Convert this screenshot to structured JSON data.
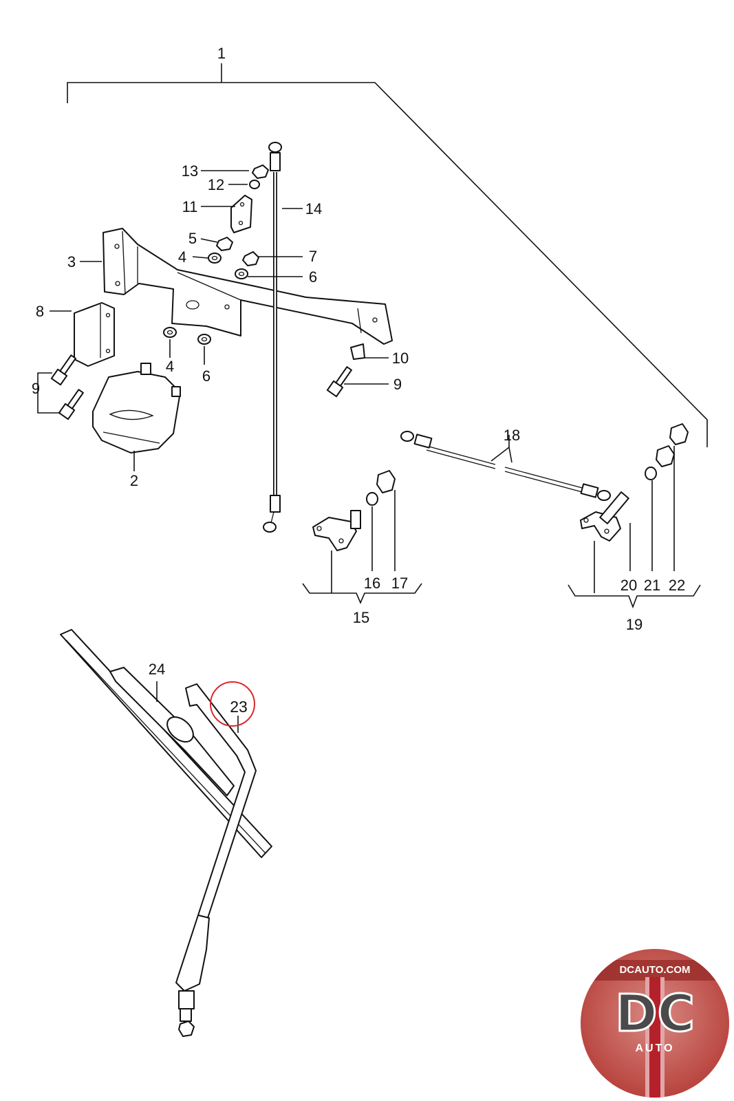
{
  "diagram": {
    "callouts": [
      {
        "id": "1",
        "text": "1"
      },
      {
        "id": "2",
        "text": "2"
      },
      {
        "id": "3",
        "text": "3"
      },
      {
        "id": "4a",
        "text": "4"
      },
      {
        "id": "4b",
        "text": "4"
      },
      {
        "id": "5",
        "text": "5"
      },
      {
        "id": "6a",
        "text": "6"
      },
      {
        "id": "6b",
        "text": "6"
      },
      {
        "id": "7",
        "text": "7"
      },
      {
        "id": "8",
        "text": "8"
      },
      {
        "id": "9a",
        "text": "9"
      },
      {
        "id": "9b",
        "text": "9"
      },
      {
        "id": "10",
        "text": "10"
      },
      {
        "id": "11",
        "text": "11"
      },
      {
        "id": "12",
        "text": "12"
      },
      {
        "id": "13",
        "text": "13"
      },
      {
        "id": "14",
        "text": "14"
      },
      {
        "id": "15",
        "text": "15"
      },
      {
        "id": "16",
        "text": "16"
      },
      {
        "id": "17",
        "text": "17"
      },
      {
        "id": "18",
        "text": "18"
      },
      {
        "id": "19",
        "text": "19"
      },
      {
        "id": "20",
        "text": "20"
      },
      {
        "id": "21",
        "text": "21"
      },
      {
        "id": "22",
        "text": "22"
      },
      {
        "id": "23",
        "text": "23"
      },
      {
        "id": "24",
        "text": "24"
      }
    ],
    "highlighted_callout": "23",
    "highlight_color": "#d9292b"
  },
  "logo": {
    "top_text": "DCAUTO.COM",
    "main_text": "DC",
    "bottom_text": "AUTO",
    "ring_color": "#c8443e",
    "stripe_color": "#b5212a"
  }
}
